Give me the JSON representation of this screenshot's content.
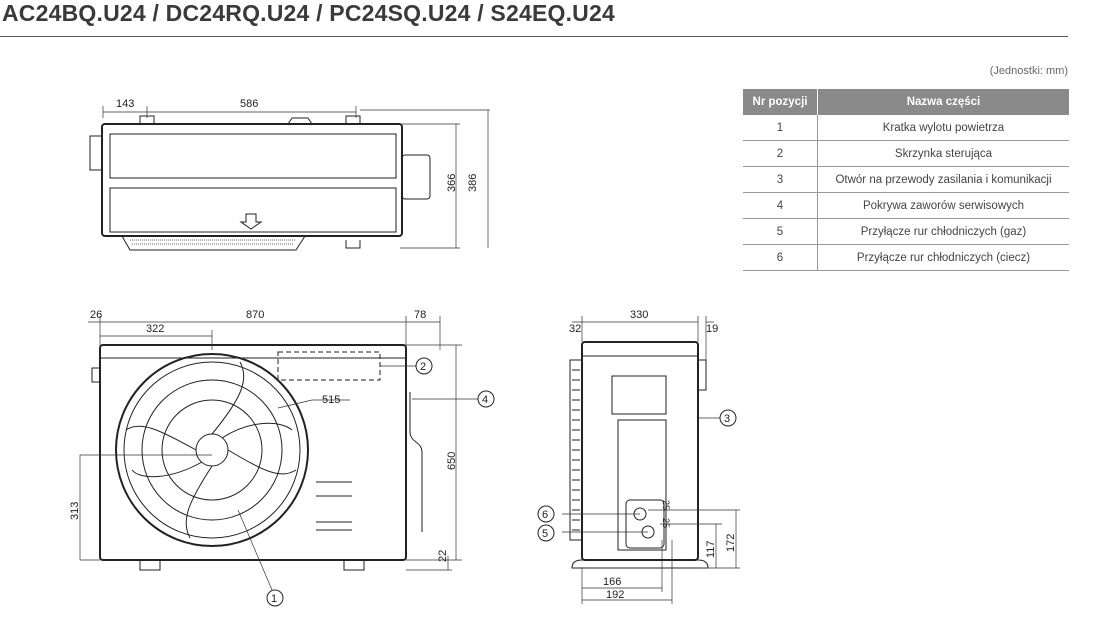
{
  "title": "AC24BQ.U24 / DC24RQ.U24 / PC24SQ.U24 / S24EQ.U24",
  "units": "(Jednostki: mm)",
  "table": {
    "headers": [
      "Nr pozycji",
      "Nazwa części"
    ],
    "rows": [
      {
        "no": "1",
        "name": "Kratka wylotu powietrza"
      },
      {
        "no": "2",
        "name": "Skrzynka sterująca"
      },
      {
        "no": "3",
        "name": "Otwór na przewody zasilania i komunikacji"
      },
      {
        "no": "4",
        "name": "Pokrywa zaworów serwisowych"
      },
      {
        "no": "5",
        "name": "Przyłącze rur chłodniczych (gaz)"
      },
      {
        "no": "6",
        "name": "Przyłącze rur chłodniczych (ciecz)"
      }
    ]
  },
  "top_view": {
    "dims": {
      "a": "143",
      "b": "586",
      "c": "366",
      "d": "386"
    }
  },
  "front_view": {
    "dims": {
      "a": "26",
      "b": "870",
      "c": "78",
      "d": "322",
      "e": "515",
      "f": "650",
      "g": "313",
      "h": "22"
    },
    "callouts": [
      "1",
      "2",
      "4"
    ]
  },
  "side_view": {
    "dims": {
      "a": "32",
      "b": "330",
      "c": "19",
      "d": "117",
      "e": "172",
      "f": "166",
      "g": "192",
      "h": "25",
      "i": "25"
    },
    "callouts": [
      "3",
      "6",
      "5"
    ]
  }
}
